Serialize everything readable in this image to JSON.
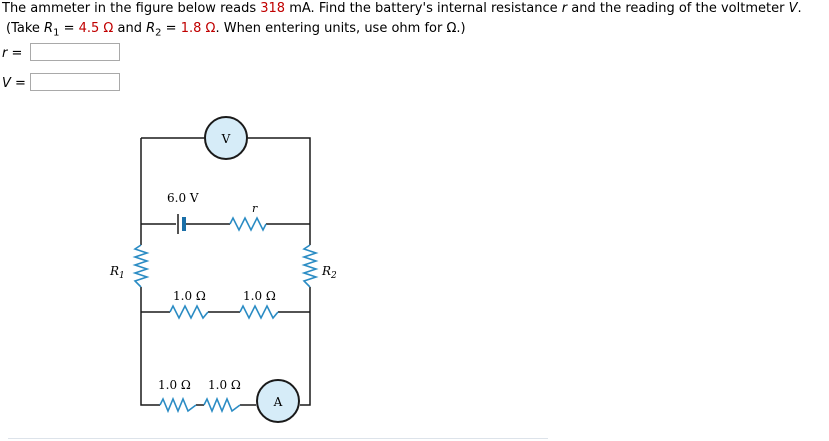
{
  "question": {
    "line1_a": "The ammeter in the figure below reads ",
    "current": "318",
    "line1_b": " mA. Find the battery's internal resistance ",
    "r_sym": "r",
    "line1_c": " and the reading of the voltmeter ",
    "v_sym": "V",
    "line1_d": ".",
    "line2_a": "(Take ",
    "r1_sym": "R",
    "r1_sub": "1",
    "eq1": " = ",
    "r1_val": "4.5 Ω",
    "and": " and ",
    "r2_sym": "R",
    "r2_sub": "2",
    "eq2": " = ",
    "r2_val": "1.8 Ω",
    "line2_b": ". When entering units, use ohm for Ω.)"
  },
  "answers": {
    "r_label": "r =",
    "v_label": "V ="
  },
  "diagram": {
    "voltmeter": "V",
    "ammeter": "A",
    "battery": "6.0 V",
    "internal_r": "r",
    "R1": "R",
    "R1_sub": "1",
    "R2": "R",
    "R2_sub": "2",
    "res_mid_left": "1.0 Ω",
    "res_mid_right": "1.0 Ω",
    "res_bot_left": "1.0 Ω",
    "res_bot_right": "1.0 Ω"
  },
  "colors": {
    "highlight": "#c00000",
    "meter_fill": "#d6ecf8",
    "resistor": "#2b8cc4"
  }
}
